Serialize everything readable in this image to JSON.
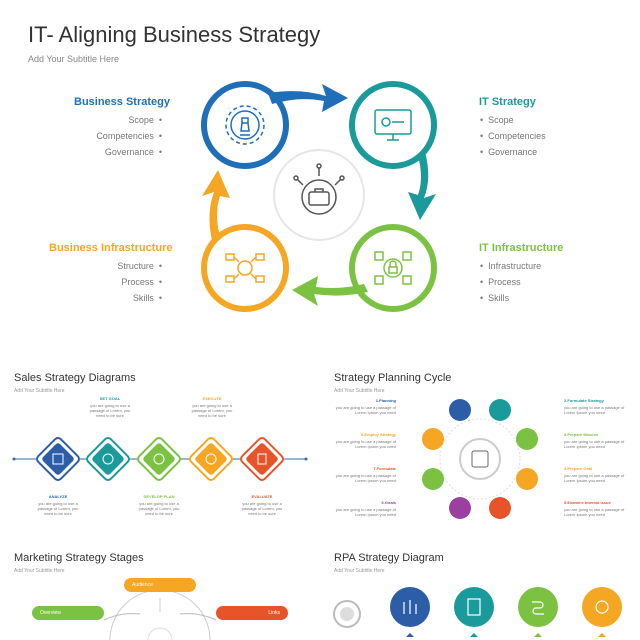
{
  "main": {
    "title": "IT- Aligning Business Strategy",
    "subtitle": "Add Your Subtitle Here",
    "quadrants": {
      "business_strategy": {
        "heading": "Business Strategy",
        "color": "#1f6fb8",
        "items": [
          "Scope",
          "Competencies",
          "Governance"
        ]
      },
      "it_strategy": {
        "heading": "IT Strategy",
        "color": "#1a9a9a",
        "items": [
          "Scope",
          "Competencies",
          "Governance"
        ]
      },
      "business_infrastructure": {
        "heading": "Business Infrastructure",
        "color": "#f5a623",
        "items": [
          "Structure",
          "Process",
          "Skills"
        ]
      },
      "it_infrastructure": {
        "heading": "IT Infrastructure",
        "color": "#7cc242",
        "items": [
          "Infrastructure",
          "Process",
          "Skills"
        ]
      }
    }
  },
  "thumbs": {
    "sales": {
      "title": "Sales Strategy Diagrams",
      "subtitle": "Add Your Subtitle Here",
      "top_labels": [
        "SET GOAL",
        "EXECUTE"
      ],
      "bottom_labels": [
        "ANALYZE",
        "DEVELOP PLAN",
        "EVALUATE"
      ],
      "body": "you are going to use a passage of Lorem, you need to be sure"
    },
    "planning": {
      "title": "Strategy Planning Cycle",
      "subtitle": "Add Your Subtitle Here",
      "left_labels": [
        "1.Planning",
        "8.Employ Strategy",
        "7.Formulate",
        "6.Goals"
      ],
      "right_labels": [
        "2.Formulate Strategy",
        "3.Prepare Mission",
        "4.Prepare Goal",
        "5.Examine Internal Issue"
      ],
      "body": "you are going to use a passage of Lorem Ipsum you need"
    },
    "marketing": {
      "title": "Marketing Strategy Stages",
      "subtitle": "Add Your Subtitle Here",
      "pills": [
        "Audience",
        "Overview",
        "Links"
      ]
    },
    "rpa": {
      "title": "RPA Strategy Diagram",
      "subtitle": "Add Your Subtitle Here"
    }
  }
}
